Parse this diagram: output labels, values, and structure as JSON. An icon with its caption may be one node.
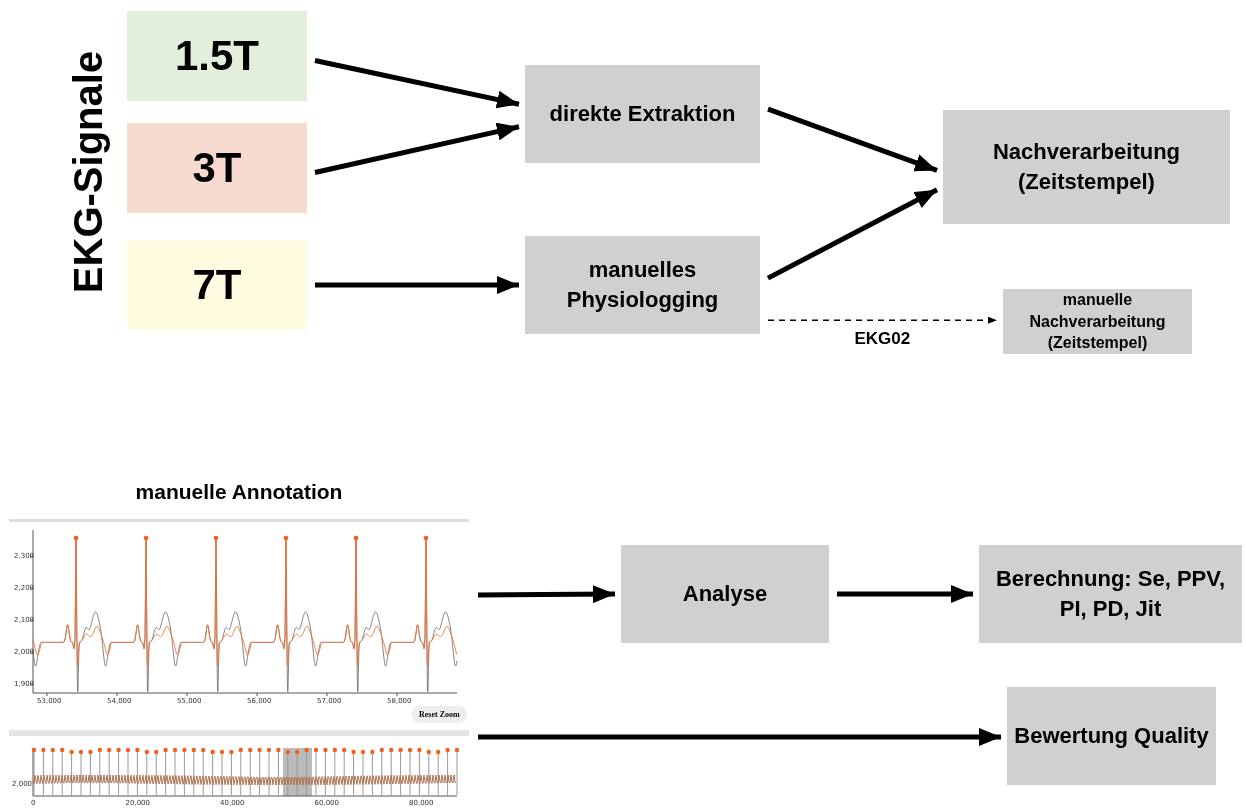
{
  "diagram": {
    "nodes": [
      {
        "text": [
          "1.5T"
        ]
      },
      {
        "text": [
          "3T"
        ]
      },
      {
        "text": [
          "7T"
        ]
      },
      {
        "text": [
          "direkte Extraktion"
        ]
      },
      {
        "text": [
          "manuelles Physiologging"
        ]
      },
      {
        "text": [
          "Nachverarbeitung (Zeitstempel)"
        ]
      },
      {
        "text": [
          "manuelle Nachverarbeitung (Zeitstempel)"
        ]
      },
      {
        "text": [
          "manuelle Annotation"
        ]
      },
      {
        "text": [
          "Analyse"
        ]
      },
      {
        "text": [
          "Berechnung: Se, PPV, PI, PD, Jit"
        ]
      },
      {
        "text": [
          "Bewertung Quality"
        ]
      }
    ],
    "edges": [
      {
        "from": 0,
        "to": 3,
        "arrow": "to"
      },
      {
        "from": 1,
        "to": 3,
        "arrow": "to"
      },
      {
        "from": 2,
        "to": 4,
        "arrow": "to"
      },
      {
        "from": 3,
        "to": 5,
        "arrow": "to"
      },
      {
        "from": 4,
        "to": 5,
        "arrow": "to"
      },
      {
        "from": 4,
        "to": 6,
        "arrow": "to",
        "label": "EKG02",
        "style": "dashed"
      },
      {
        "from": 7,
        "to": 8,
        "arrow": "to"
      },
      {
        "from": 8,
        "to": 9,
        "arrow": "to"
      },
      {
        "from": 7,
        "to": 10,
        "arrow": "to"
      }
    ],
    "labels": [
      "EKG-Signale",
      "2,300",
      "2,200",
      "2,100",
      "2,000",
      "1,900",
      "53,000",
      "54,000",
      "55,000",
      "56,000",
      "57,000",
      "58,000",
      "Reset Zoom",
      "2,000",
      "0",
      "20,000",
      "40,000",
      "60,000",
      "80,000"
    ]
  }
}
